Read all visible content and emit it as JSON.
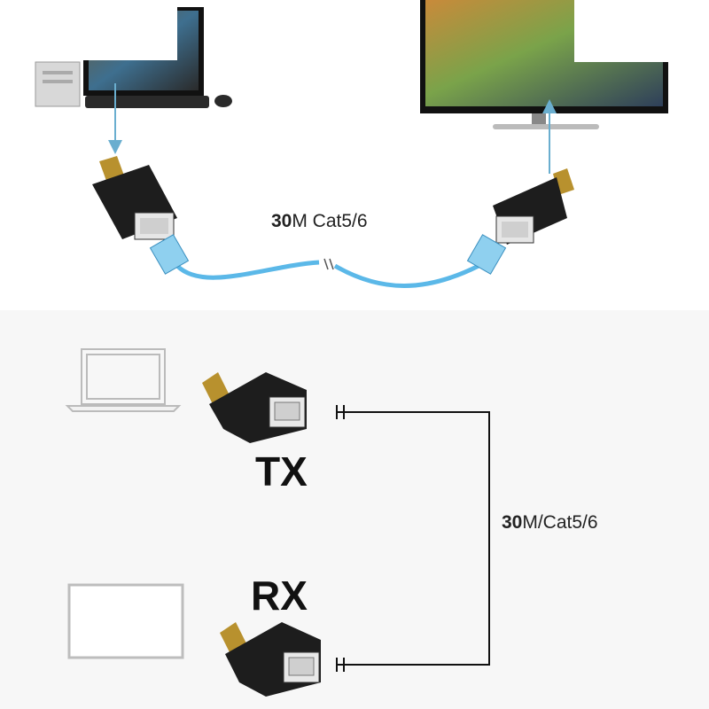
{
  "top_cable": {
    "length_bold": "30",
    "length_rest": "M Cat5/6"
  },
  "side_cable": {
    "length_bold": "30",
    "length_rest": "M/Cat5/6"
  },
  "transmitter": {
    "label": "TX"
  },
  "receiver": {
    "label": "RX"
  },
  "colors": {
    "cable": "#5bb8e8",
    "arrow": "#6aaecf",
    "adapter": "#1d1d1d",
    "wire": "#111111"
  },
  "icons": [
    "pc-monitor-icon",
    "pc-tower-icon",
    "keyboard-icon",
    "mouse-icon",
    "tv-icon",
    "laptop-icon",
    "display-icon",
    "hdmi-adapter-icon",
    "rj45-plug-icon",
    "wire-end-icon"
  ]
}
